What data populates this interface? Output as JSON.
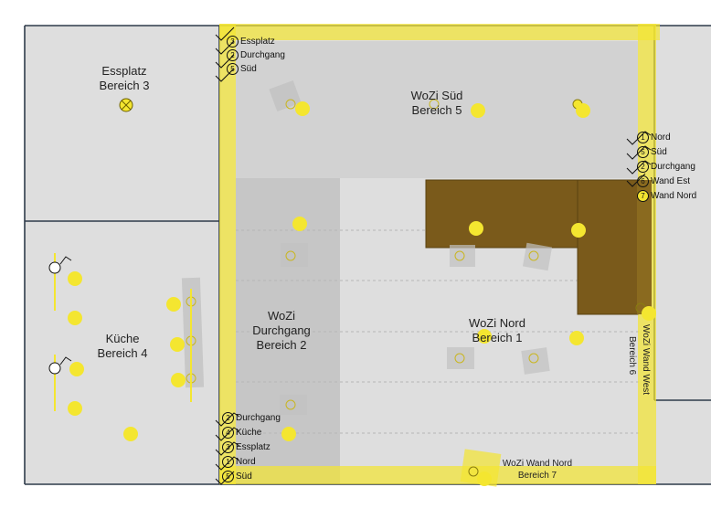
{
  "rooms": [
    {
      "id": "essplatz",
      "name": "Essplatz",
      "area": "Bereich 3"
    },
    {
      "id": "wozi-sued",
      "name": "WoZi Süd",
      "area": "Bereich 5"
    },
    {
      "id": "kueche",
      "name": "Küche",
      "area": "Bereich 4"
    },
    {
      "id": "wozi-durchgang",
      "name": "WoZi Durchgang",
      "area": "Bereich 2",
      "line1": "WoZi",
      "line2": "Durchgang"
    },
    {
      "id": "wozi-nord",
      "name": "WoZi Nord",
      "area": "Bereich 1"
    },
    {
      "id": "wozi-wand-nord",
      "name": "WoZi Wand Nord",
      "area": "Bereich 7"
    },
    {
      "id": "wozi-wand-west",
      "name": "WoZi Wand West",
      "area": "Bereich 6"
    }
  ],
  "switch_groups": {
    "top_left": [
      {
        "num": "3",
        "label": "Essplatz"
      },
      {
        "num": "2",
        "label": "Durchgang"
      },
      {
        "num": "5",
        "label": "Süd"
      }
    ],
    "right": [
      {
        "num": "1",
        "label": "Nord"
      },
      {
        "num": "5",
        "label": "Süd"
      },
      {
        "num": "2",
        "label": "Durchgang"
      },
      {
        "num": "6",
        "label": "Wand Est"
      },
      {
        "num": "7",
        "label": "Wand Nord"
      }
    ],
    "bottom_left": [
      {
        "num": "2",
        "label": "Durchgang"
      },
      {
        "num": "4",
        "label": "Küche"
      },
      {
        "num": "3",
        "label": "Essplatz"
      },
      {
        "num": "1",
        "label": "Nord"
      },
      {
        "num": "5",
        "label": "Süd"
      }
    ]
  },
  "colors": {
    "floor": "#dedede",
    "wall": "#2f3b4a",
    "highlight_yellow": "#f4e630",
    "furniture_brown": "#7a5a1b",
    "passage_gray": "#c6c6c6"
  },
  "icons": [
    "ceiling-light-icon",
    "spot-light-icon",
    "switch-icon",
    "wall-lamp-icon"
  ]
}
